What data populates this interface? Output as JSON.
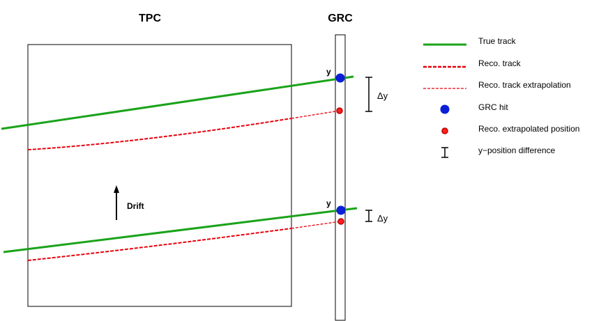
{
  "titles": {
    "tpc": "TPC",
    "grc": "GRC"
  },
  "labels": {
    "drift": "Drift",
    "y_top": "y",
    "y_bottom": "y",
    "delta_top": "Δy",
    "delta_bottom": "Δy"
  },
  "legend": [
    {
      "label": "True track",
      "symbol": "solid-line"
    },
    {
      "label": "Reco. track",
      "symbol": "thick-dashed-line"
    },
    {
      "label": "Reco. track extrapolation",
      "symbol": "thin-dashed-line"
    },
    {
      "label": "GRC hit",
      "symbol": "blue-dot"
    },
    {
      "label": "Reco. extrapolated position",
      "symbol": "red-circle"
    },
    {
      "label": "y−position difference",
      "symbol": "error-bar"
    }
  ],
  "colors": {
    "true_track": "#1aa31a",
    "reco_track": "#e8000b",
    "grc_hit": "#0a1fd6",
    "frame": "#000000"
  }
}
